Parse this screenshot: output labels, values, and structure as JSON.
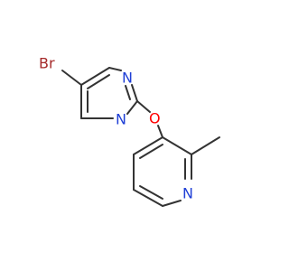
{
  "molecule": {
    "atoms": {
      "br": {
        "label": "Br",
        "color": "#a52a2a"
      },
      "n_top": {
        "label": "N",
        "color": "#1f3fd6"
      },
      "n_mid": {
        "label": "N",
        "color": "#1f3fd6"
      },
      "o": {
        "label": "O",
        "color": "#ff0000"
      },
      "n_py": {
        "label": "N",
        "color": "#1f3fd6"
      }
    },
    "bond_color": "#333333"
  }
}
